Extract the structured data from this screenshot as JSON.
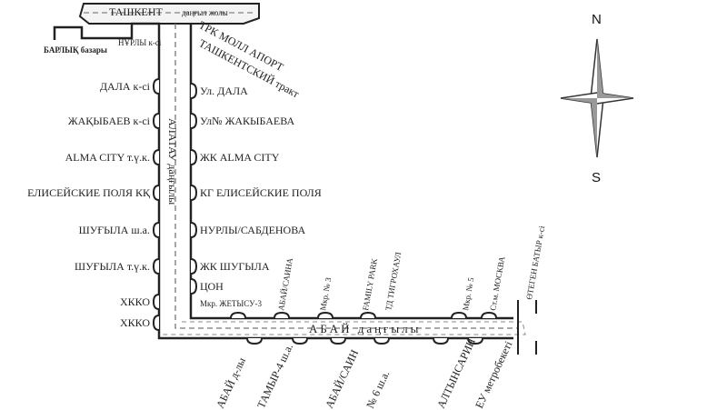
{
  "top_road": {
    "name": "ТАШКЕНТ",
    "suffix": "даңғыл жолы"
  },
  "top_left": {
    "barlyk": "БАРЛЫҚ базары",
    "nurly": "НҰРЛЫ к-сі"
  },
  "vertical_road": "АЛАТАУ даңғылы",
  "left_stops": [
    "ДАЛА к-сі",
    "ЖАҚЫБАЕВ к-сі",
    "ALMA CITY т.ү.к.",
    "ЕЛИСЕЙСКИЕ ПОЛЯ КҚ",
    "ШУҒЫЛА ш.а.",
    "ШУҒЫЛА т.ү.к.",
    "ХККО",
    "ХККО"
  ],
  "right_stops": [
    "Ул. ДАЛА",
    "Ул№ ЖАКЫБАЕВА",
    "ЖК ALMA CITY",
    "КГ ЕЛИСЕЙСКИЕ ПОЛЯ",
    "НУРЛЫ/САБДЕНОВА",
    "ЖК ШУГЫЛА",
    "ЦОН"
  ],
  "diagonal_right": [
    "ТРК МОЛЛ АПОРТ",
    "ТАШКЕНТСКИЙ тракт"
  ],
  "bottom_road": "АБАЙ даңғылы",
  "upper_stops": [
    "Мкр. ЖЕТЫСУ-3",
    "АБАЙ/САИНА",
    "Мкр. № 3",
    "FAMILY PARK",
    "ТД ТИГРОХАУЛ",
    "Мкр. № 5",
    "Ст.м. МОСКВА",
    "ӨТЕГЕН БАТЫР к-сі"
  ],
  "lower_stops": [
    "АБАЙ д-лы",
    "ТАМЫР-4 ш.а.",
    "АБАЙ/САИН",
    "№ 6 ш.а.",
    "АЛТЫНСАРИН",
    "ЕУ метробекеті"
  ],
  "compass": {
    "north": "N",
    "south": "S"
  }
}
